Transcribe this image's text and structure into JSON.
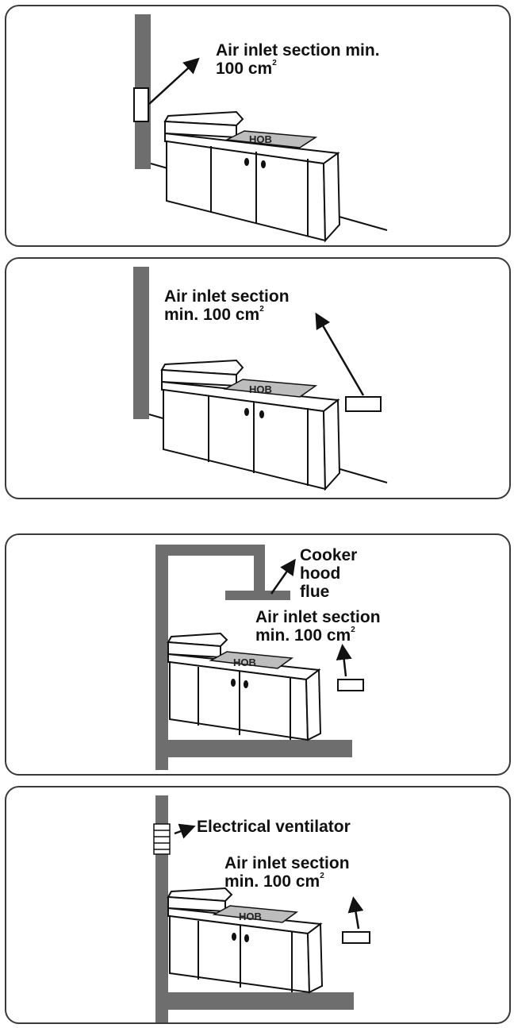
{
  "panels": [
    {
      "id": "wall-vent",
      "label_line1": "Air inlet section min.",
      "label_line2": "100 cm",
      "sup": "2",
      "hob": "HOB"
    },
    {
      "id": "floor-vent",
      "label_line1": "Air inlet section",
      "label_line2": "min. 100 cm",
      "sup": "2",
      "hob": "HOB"
    },
    {
      "id": "cooker-hood",
      "flue_line1": "Cooker",
      "flue_line2": "hood",
      "flue_line3": "flue",
      "label_line1": "Air inlet section",
      "label_line2": "min. 100 cm",
      "sup": "2",
      "hob": "HOB"
    },
    {
      "id": "ventilator",
      "vent_label": "Electrical ventilator",
      "label_line1": "Air inlet section",
      "label_line2": "min. 100 cm",
      "sup": "2",
      "hob": "HOB"
    }
  ],
  "colors": {
    "wall": "#6e6e6e",
    "outline": "#1a1a1a",
    "hob_fill": "#bdbdbd",
    "panel_border": "#3a3a3a"
  }
}
